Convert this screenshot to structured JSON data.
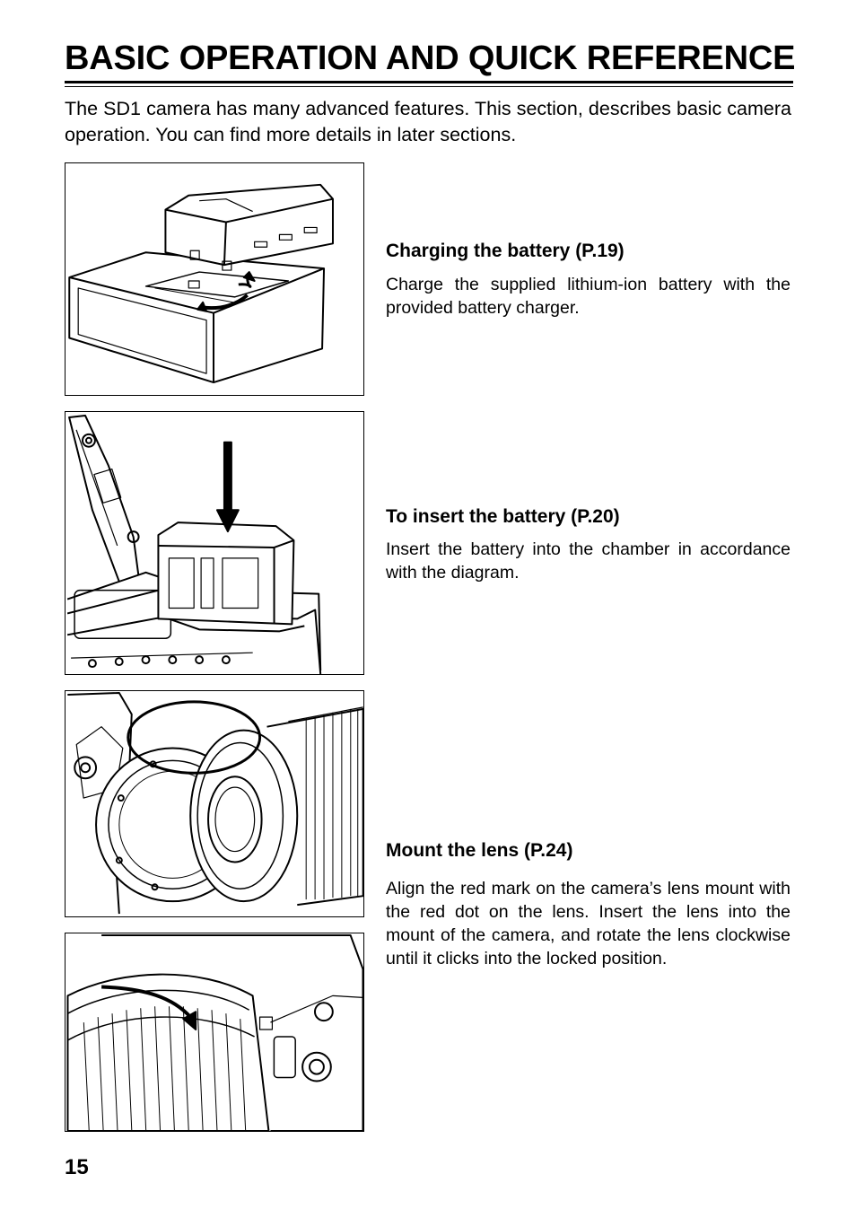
{
  "page": {
    "title": "BASIC OPERATION AND QUICK REFERENCE",
    "intro": "The SD1 camera has many advanced features. This section, describes basic camera operation. You can find more details in later sections.",
    "page_number": "15"
  },
  "steps": [
    {
      "heading": "Charging the battery (P.19)",
      "body": "Charge the supplied lithium-ion battery with the provided battery charger."
    },
    {
      "heading": "To insert the battery (P.20)",
      "body": "Insert the battery into the chamber in accordance with the diagram."
    },
    {
      "heading": "Mount the lens (P.24)",
      "body": "Align the red mark on the camera’s lens mount with the red dot on the lens. Insert the lens into the mount of the camera, and rotate the lens clockwise until it clicks into the locked position."
    }
  ],
  "figures": [
    {
      "icon": "battery-charger-illustration"
    },
    {
      "icon": "battery-insertion-illustration"
    },
    {
      "icon": "lens-mount-alignment-illustration"
    },
    {
      "icon": "lens-rotate-lock-illustration"
    }
  ]
}
